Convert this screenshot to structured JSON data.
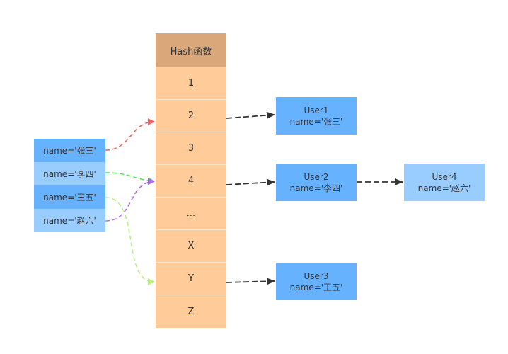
{
  "hash_table": {
    "header": "Hash函数",
    "buckets": [
      "1",
      "2",
      "3",
      "4",
      "...",
      "X",
      "Y",
      "Z"
    ]
  },
  "keys": [
    {
      "label": "name='张三'"
    },
    {
      "label": "name='李四'"
    },
    {
      "label": "name='王五'"
    },
    {
      "label": "name='赵六'"
    }
  ],
  "users": {
    "user1": {
      "title": "User1",
      "name": "name='张三'"
    },
    "user2": {
      "title": "User2",
      "name": "name='李四'"
    },
    "user3": {
      "title": "User3",
      "name": "name='王五'"
    },
    "user4": {
      "title": "User4",
      "name": "name='赵六'"
    }
  },
  "colors": {
    "header": "#d9a779",
    "bucket": "#ffcc99",
    "node_dark": "#66b2ff",
    "node_light": "#99ccff",
    "arrow_zhangsan": "#f0625f",
    "arrow_lisi": "#4de84d",
    "arrow_wangwu": "#b2f07a",
    "arrow_zhaoliu": "#b366f0",
    "arrow_chain": "#333333"
  }
}
